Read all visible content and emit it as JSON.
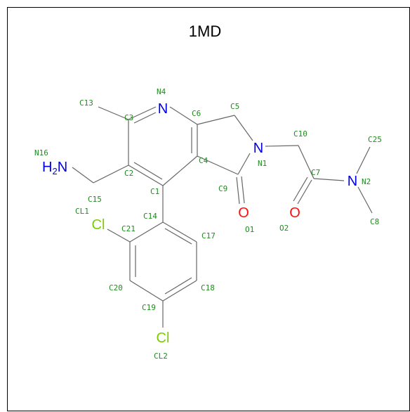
{
  "title": "1MD",
  "colors": {
    "bond": "#666666",
    "label": "#228b22",
    "nitrogen": "#0000e0",
    "oxygen": "#ff0d0d",
    "chlorine": "#7ccd00",
    "frame": "#000000"
  },
  "atoms": {
    "n_ring": "N",
    "n_lactam": "N",
    "n_amide": "N",
    "nh2_h": "H",
    "nh2_sub": "2",
    "nh2_n": "N",
    "o_lactam": "O",
    "o_amide": "O",
    "cl_1": "Cl",
    "cl_2": "Cl"
  },
  "labels": {
    "c13": "C13",
    "n4": "N4",
    "c3": "C3",
    "c6": "C6",
    "c5": "C5",
    "c10": "C10",
    "c25": "C25",
    "n16": "N16",
    "c2": "C2",
    "c4": "C4",
    "n1": "N1",
    "c7": "C7",
    "n2": "N2",
    "c1": "C1",
    "c9": "C9",
    "c15": "C15",
    "cl1": "CL1",
    "c14": "C14",
    "c21": "C21",
    "c17": "C17",
    "o1": "O1",
    "o2": "O2",
    "c8": "C8",
    "c20": "C20",
    "c18": "C18",
    "c19": "C19",
    "cl2": "CL2"
  }
}
